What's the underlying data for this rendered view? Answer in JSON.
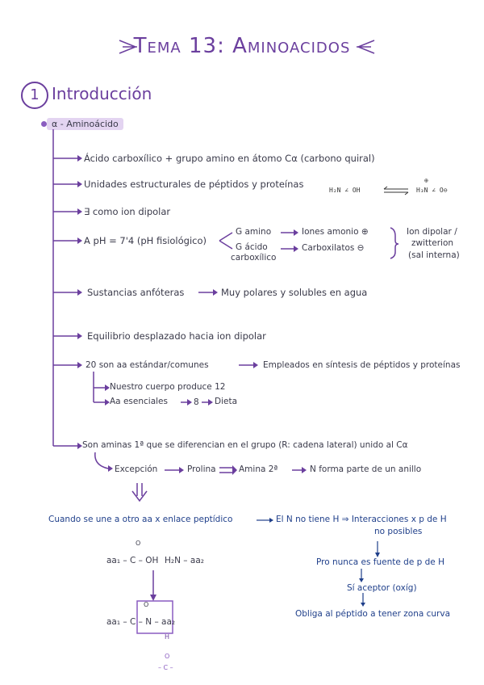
{
  "title": "Tema 13: Aminoacidos",
  "section": {
    "number": "1",
    "title": "Introducción"
  },
  "topic": "α - Aminoácido",
  "items": {
    "i1": "Ácido carboxílico + grupo amino en átomo Cα (carbono quiral)",
    "i2": "Unidades estructurales de péptidos y proteínas",
    "i3": "∃ como ion dipolar",
    "i4": "A pH = 7'4  (pH fisiológico)",
    "i5a": "Sustancias anfóteras",
    "i5b": "Muy polares y solubles en agua",
    "i6": "Equilibrio desplazado hacia ion dipolar",
    "i7a": "20 son aa estándar/comunes",
    "i7b": "Empleados en síntesis de péptidos y proteínas",
    "i7c": "Nuestro cuerpo produce 12",
    "i7d": "Aa esenciales",
    "i7e": "8",
    "i7f": "Dieta",
    "i8": "Son aminas 1ª que se diferencian en el grupo (R: cadena lateral) unido al Cα",
    "i9a": "Excepción",
    "i9b": "Prolina",
    "i9c": "Amina 2ª",
    "i9d": "N forma parte de un anillo"
  },
  "ph": {
    "g_amino": "G amino",
    "g_acido": "G ácido",
    "g_acido2": "carboxílico",
    "iones": "Iones amonio ⊕",
    "carbox": "Carboxilatos ⊖",
    "dipolar1": "Ion dipolar /",
    "dipolar2": "zwitterion",
    "dipolar3": "(sal interna)"
  },
  "chem": {
    "left": "H₂N  ∠  OH",
    "right": "H₃N  ∠  O⊖",
    "plus": "⊕"
  },
  "bottom": {
    "line1": "Cuando se une a otro aa  x enlace peptídico",
    "line1b": "El N no tiene  H ⇒ Interacciones x p de H",
    "line1c": "no posibles",
    "f1": "aa₁ – C – OH",
    "f1o": "O",
    "f1b": "H₂N – aa₂",
    "f2": "aa₁ – C – N – aa₂",
    "f2o": "O",
    "f2h": "H",
    "f2c": "– C –",
    "f2o2": "O",
    "r1": "Pro nunca es fuente de p de H",
    "r2": "Sí aceptor (oxíg)",
    "r3": "Obliga al péptido a tener zona curva"
  }
}
